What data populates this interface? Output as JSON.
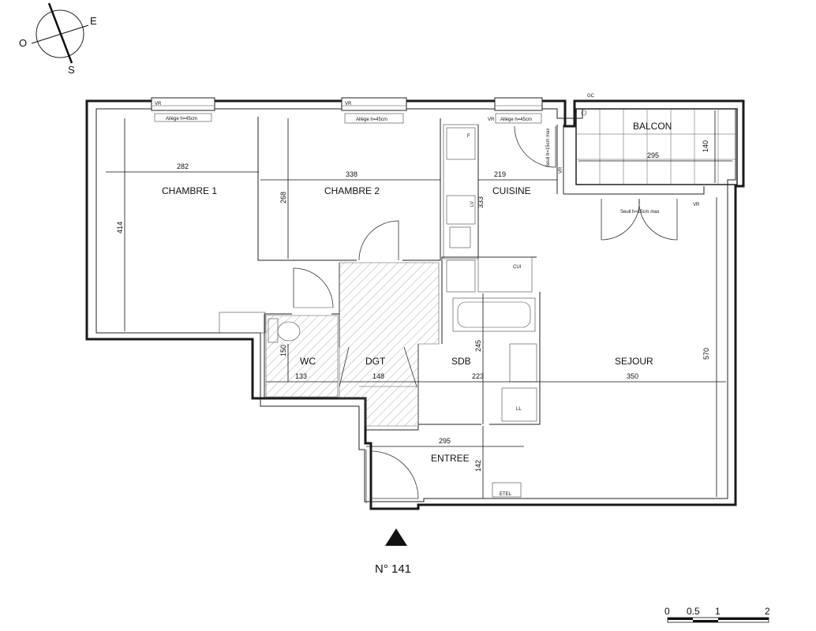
{
  "compass": {
    "west": "O",
    "east": "E",
    "south": "S"
  },
  "rooms": {
    "chambre1": "CHAMBRE 1",
    "chambre2": "CHAMBRE 2",
    "cuisine": "CUISINE",
    "balcon": "BALCON",
    "wc": "WC",
    "dgt": "DGT",
    "sdb": "SDB",
    "sejour": "SEJOUR",
    "entree": "ENTREE"
  },
  "dimensions": {
    "chambre1_width": "282",
    "chambre1_height": "414",
    "chambre2_width": "338",
    "chambre2_height": "268",
    "cuisine_width": "219",
    "cuisine_height": "333",
    "balcon_width": "295",
    "balcon_height": "140",
    "wc_width": "133",
    "wc_height": "150",
    "dgt_width": "148",
    "sdb_width": "223",
    "sdb_height": "245",
    "sejour_width": "350",
    "sejour_height": "570",
    "entree_width": "295",
    "entree_height": "142"
  },
  "annotations": {
    "window_ch1": "Allège h=45cm",
    "window_ch2": "Allège h=45cm",
    "window_cuisine": "Allège h=45cm",
    "seuil_cuisine": "Seuil h=15cm max",
    "seuil_sejour": "Seuil h=15cm max",
    "vr_1": "VR",
    "vr_2": "VR",
    "vr_3": "VR",
    "vr_4": "VR",
    "vr_5": "VR",
    "gc": "GC",
    "cui": "CUI",
    "etel": "ETEL",
    "fridge": "F",
    "ll": "LL",
    "lv": "LV"
  },
  "lot_number": "N° 141",
  "scale": {
    "t0": "0",
    "t05": "0.5",
    "t1": "1",
    "t2": "2"
  }
}
